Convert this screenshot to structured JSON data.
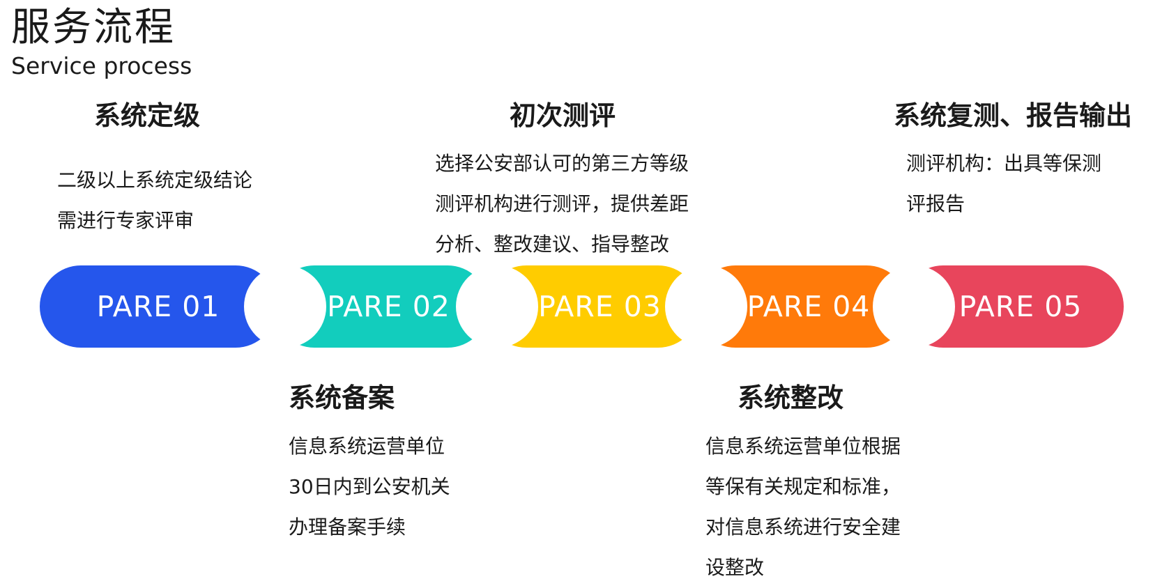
{
  "header": {
    "title_zh": "服务流程",
    "title_en": "Service process"
  },
  "colors": {
    "step1": "#2556ec",
    "step2": "#12cdbd",
    "step3": "#ffcc00",
    "step4": "#ff7a0a",
    "step5": "#e8455c"
  },
  "steps": [
    {
      "label": "PARE 01",
      "heading": "系统定级",
      "lines": [
        "二级以上系统定级结论",
        "需进行专家评审"
      ]
    },
    {
      "label": "PARE 02",
      "heading": "系统备案",
      "lines": [
        "信息系统运营单位",
        "30日内到公安机关",
        "办理备案手续"
      ]
    },
    {
      "label": "PARE 03",
      "heading": "初次测评",
      "lines": [
        "选择公安部认可的第三方等级",
        "测评机构进行测评，提供差距",
        "分析、整改建议、指导整改"
      ]
    },
    {
      "label": "PARE 04",
      "heading": "系统整改",
      "lines": [
        "信息系统运营单位根据",
        "等保有关规定和标准，",
        "对信息系统进行安全建",
        "设整改"
      ]
    },
    {
      "label": "PARE 05",
      "heading": "系统复测、报告输出",
      "lines": [
        "测评机构：出具等保测",
        "评报告"
      ]
    }
  ]
}
